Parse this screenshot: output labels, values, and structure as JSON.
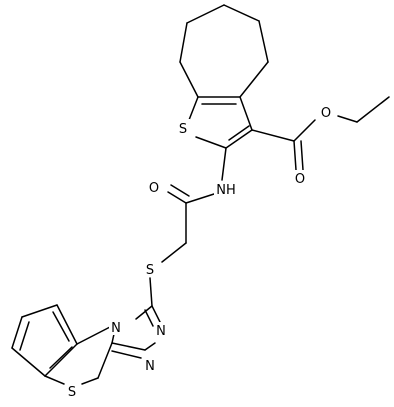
{
  "molecule": {
    "atoms": [
      {
        "id": "s_thiophene",
        "symbol": "S"
      },
      {
        "id": "o_ester_single",
        "symbol": "O"
      },
      {
        "id": "o_ester_double",
        "symbol": "O"
      },
      {
        "id": "o_amide",
        "symbol": "O"
      },
      {
        "id": "n_amide",
        "symbol": "NH"
      },
      {
        "id": "s_thioether",
        "symbol": "S"
      },
      {
        "id": "n_triazole_3",
        "symbol": "N"
      },
      {
        "id": "n_triazole_1",
        "symbol": "N"
      },
      {
        "id": "n_triazole_2",
        "symbol": "N"
      },
      {
        "id": "s_benzothiazole",
        "symbol": "S"
      }
    ]
  }
}
